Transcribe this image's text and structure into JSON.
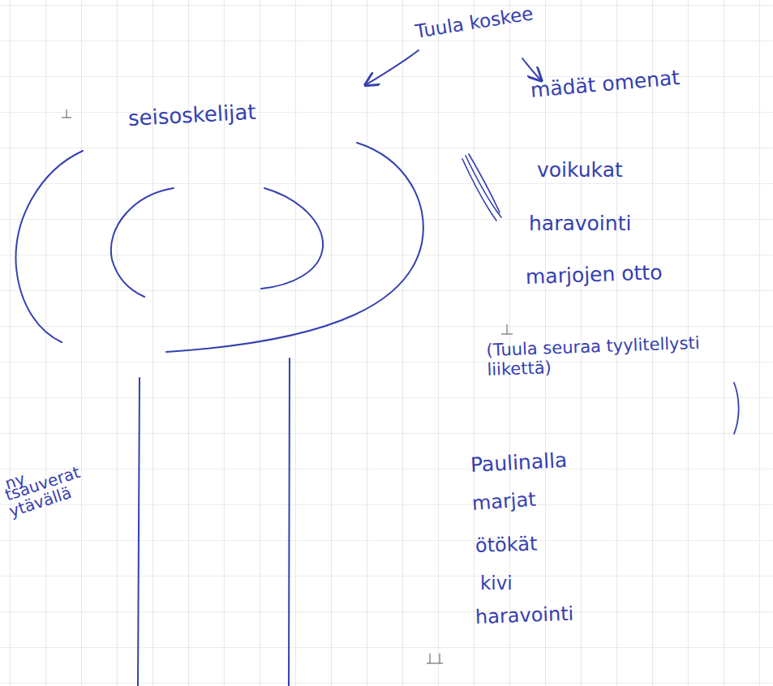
{
  "diagram": {
    "labels": [
      "seisoskelijat",
      "Tuula koskee",
      "mädät omenat",
      "voikukat",
      "haravointi",
      "marjojen otto",
      "(Tuula seuraa tyylitellysti liikettä)",
      "Paulinalla",
      "marjat",
      "ötökät",
      "kivi",
      "haravointi",
      "ny",
      "tsauverat",
      "ytävällä"
    ]
  }
}
